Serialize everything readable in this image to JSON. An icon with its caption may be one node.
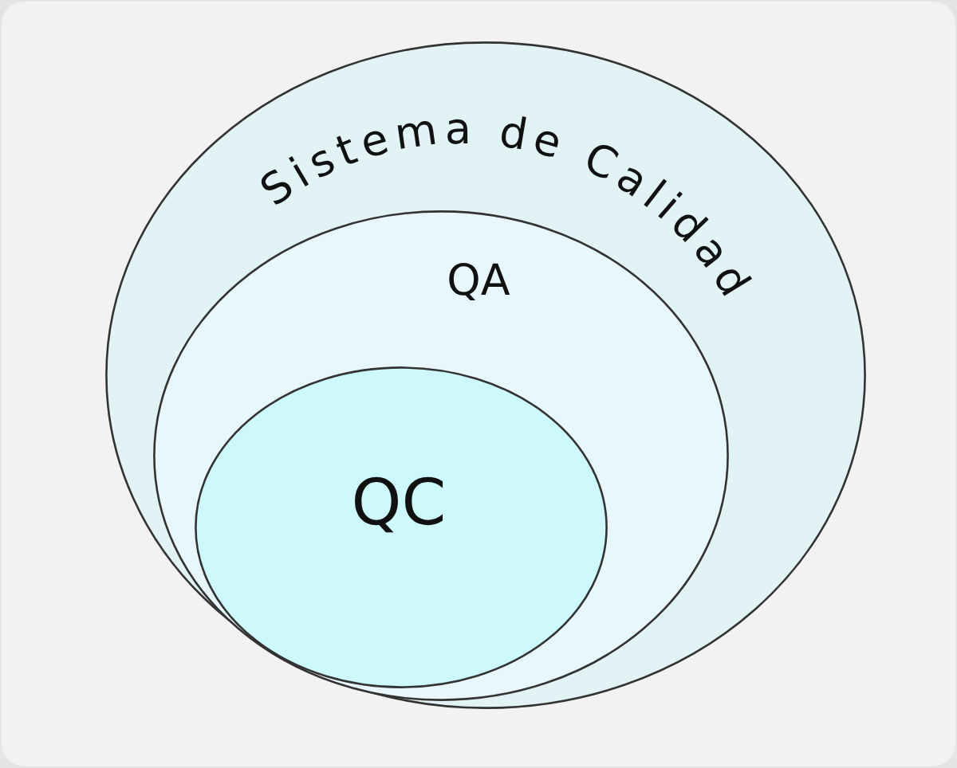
{
  "diagram": {
    "nodes": [
      {
        "text": [
          "Sistema de Calidad"
        ]
      },
      {
        "text": [
          "QA"
        ],
        "in": 0
      },
      {
        "text": [
          "QC"
        ],
        "in": 1
      }
    ]
  }
}
